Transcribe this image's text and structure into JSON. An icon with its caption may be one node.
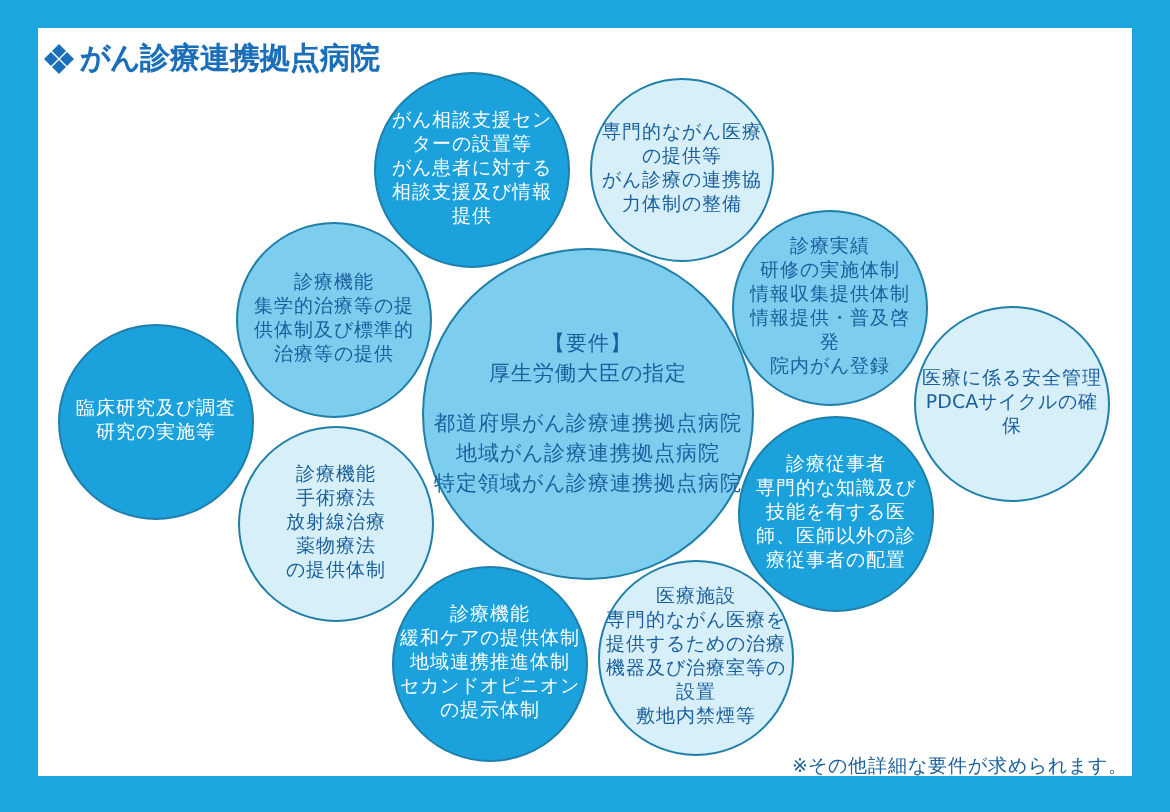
{
  "diagram": {
    "title": "がん診療連携拠点病院",
    "nodes": [
      {
        "text": [
          "がん相談支援センターの設置等",
          "がん患者に対する相談支援及び情報提供"
        ]
      },
      {
        "text": [
          "専門的ながん医療の提供等",
          "がん診療の連携協力体制の整備"
        ]
      },
      {
        "text": [
          "診療機能",
          "集学的治療等の提供体制及び標準的治療等の提供"
        ]
      },
      {
        "text": [
          "【要件】",
          "厚生労働大臣の指定",
          "都道府県がん診療連携拠点病院",
          "地域がん診療連携拠点病院",
          "特定領域がん診療連携拠点病院"
        ]
      },
      {
        "text": [
          "診療実績",
          "研修の実施体制",
          "情報収集提供体制",
          "情報提供・普及啓発",
          "院内がん登録"
        ]
      },
      {
        "text": [
          "医療に係る安全管理",
          "PDCAサイクルの確保"
        ]
      },
      {
        "text": [
          "臨床研究及び調査研究の実施等"
        ]
      },
      {
        "text": [
          "診療機能",
          "手術療法",
          "放射線治療",
          "薬物療法",
          "の提供体制"
        ]
      },
      {
        "text": [
          "診療従事者",
          "専門的な知識及び技能を有する医師、医師以外の診療従事者の配置"
        ]
      },
      {
        "text": [
          "診療機能",
          "緩和ケアの提供体制",
          "地域連携推進体制",
          "セカンドオピニオンの提示体制"
        ]
      },
      {
        "text": [
          "医療施設",
          "専門的ながん医療を提供するための治療機器及び治療室等の設置",
          "敷地内禁煙等"
        ]
      }
    ],
    "labels": [
      "※その他詳細な要件が求められます。"
    ]
  }
}
